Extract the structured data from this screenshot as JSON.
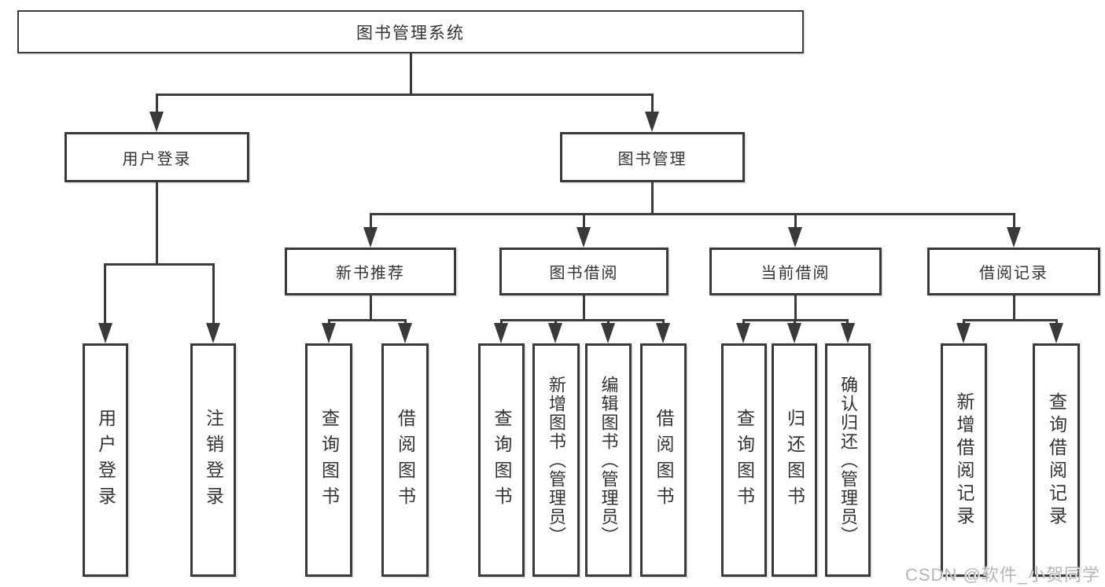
{
  "title": "图书管理系统",
  "tree": {
    "root": {
      "label": "图书管理系统"
    },
    "branches": [
      {
        "label": "用户登录",
        "leaves": [
          {
            "label": "用户登录"
          },
          {
            "label": "注销登录"
          }
        ]
      },
      {
        "label": "图书管理",
        "sections": [
          {
            "label": "新书推荐",
            "leaves": [
              {
                "label": "查询图书"
              },
              {
                "label": "借阅图书"
              }
            ]
          },
          {
            "label": "图书借阅",
            "leaves": [
              {
                "label": "查询图书"
              },
              {
                "label": "新增图书（管理员）"
              },
              {
                "label": "编辑图书（管理员）"
              },
              {
                "label": "借阅图书"
              }
            ]
          },
          {
            "label": "当前借阅",
            "leaves": [
              {
                "label": "查询图书"
              },
              {
                "label": "归还图书"
              },
              {
                "label": "确认归还（管理员）"
              }
            ]
          },
          {
            "label": "借阅记录",
            "leaves": [
              {
                "label": "新增借阅记录"
              },
              {
                "label": "查询借阅记录"
              }
            ]
          }
        ]
      }
    ]
  },
  "watermark": {
    "text": "CSDN @软件_小贺同学"
  },
  "colors": {
    "line": "#3a3a3a",
    "box_border": "#3a3a3a",
    "text": "#333333",
    "watermark": "#b5b5b5",
    "background": "#ffffff"
  }
}
